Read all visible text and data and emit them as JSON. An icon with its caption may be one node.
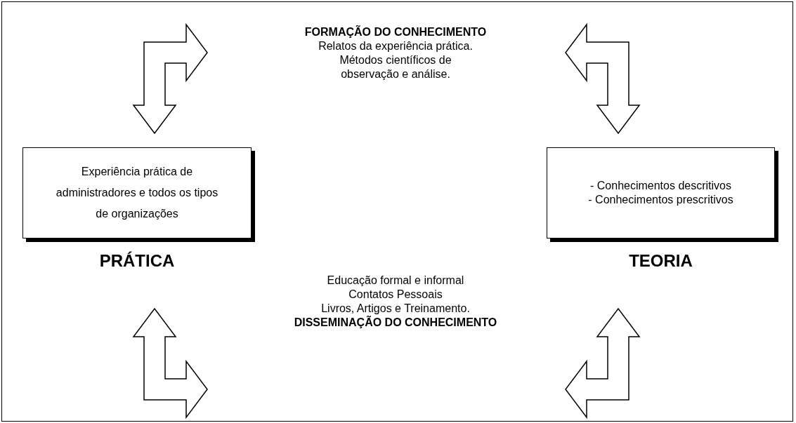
{
  "diagram": {
    "nodes": [
      {
        "text": [
          "Experiência prática de administradores e todos os tipos de organizações",
          "PRÁTICA"
        ]
      },
      {
        "text": [
          "- Conhecimentos descritivos",
          "- Conhecimentos prescritivos",
          "TEORIA"
        ]
      }
    ],
    "labels": [
      "FORMAÇÃO DO CONHECIMENTO",
      "Relatos da experiência prática.",
      "Métodos científicos de observação e análise.",
      "Educação formal e informal",
      "Contatos Pessoais",
      "Livros, Artigos e Treinamento.",
      "DISSEMINAÇÃO DO CONHECIMENTO"
    ]
  }
}
